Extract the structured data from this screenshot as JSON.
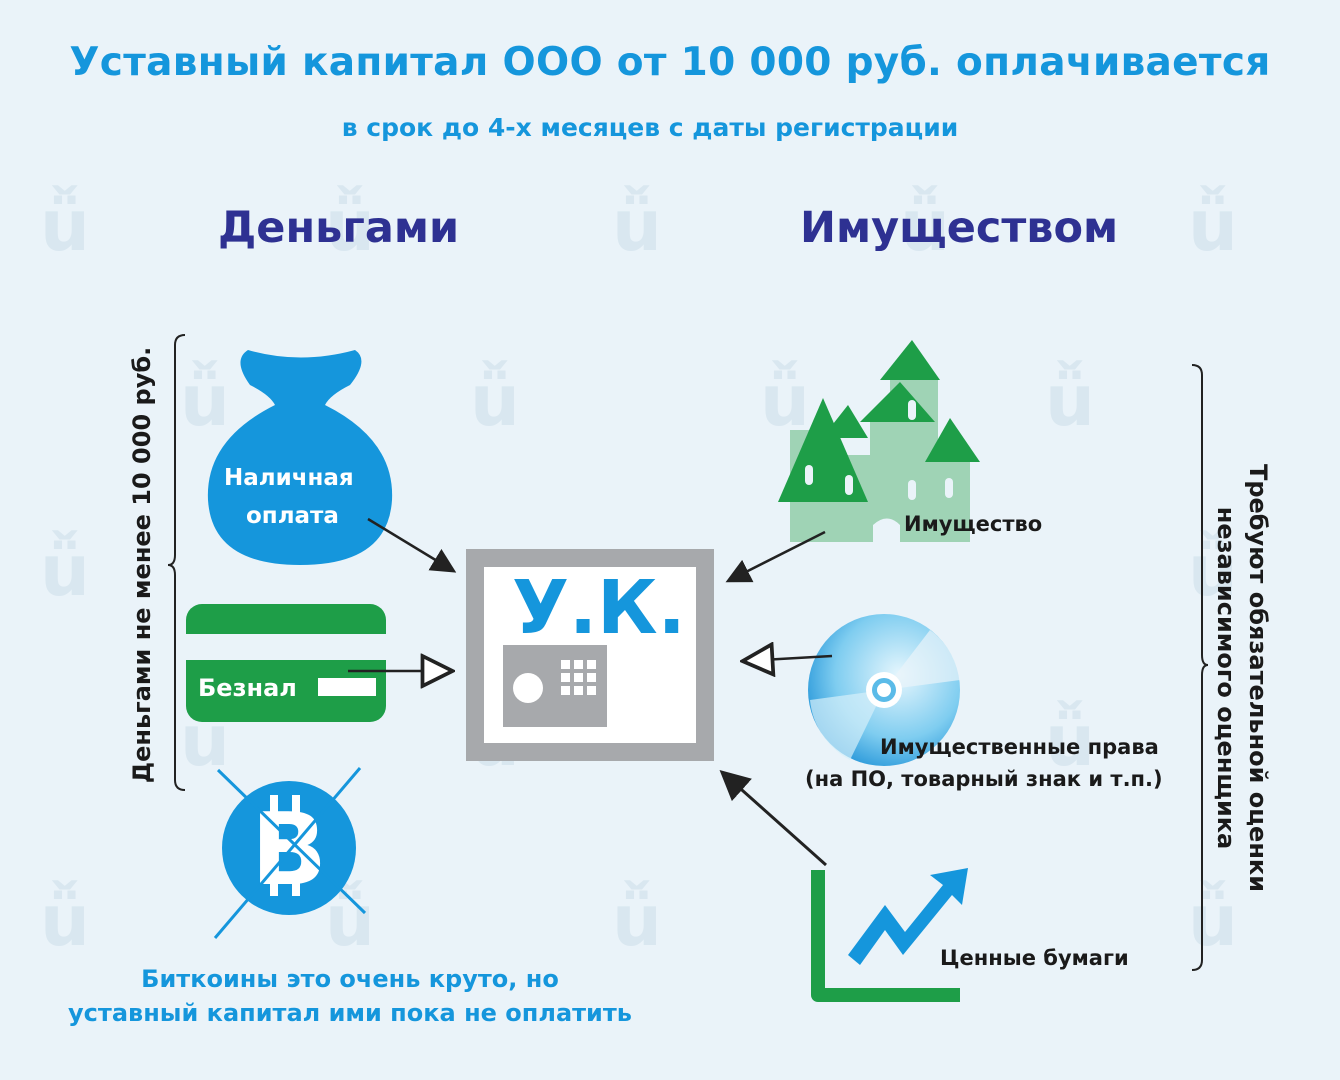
{
  "header": {
    "title": "Уставный капитал ООО от 10 000 руб. оплачивается",
    "subtitle": "в срок до 4-х месяцев с даты регистрации"
  },
  "columns": {
    "money": {
      "heading": "Деньгами"
    },
    "property": {
      "heading": "Имуществом"
    }
  },
  "money": {
    "bracket_label": "Деньгами не менее 10 000 руб.",
    "cash": {
      "line1": "Наличная",
      "line2": "оплата",
      "icon": "money-bag-icon"
    },
    "card": {
      "label": "Безнал",
      "icon": "bank-card-icon"
    },
    "bitcoin": {
      "icon": "bitcoin-icon",
      "crossed": true,
      "note_line1": "Биткоины это очень круто, но",
      "note_line2": "уставный капитал ими пока не оплатить"
    }
  },
  "center": {
    "safe_label": "У.К.",
    "icon": "safe-icon"
  },
  "property": {
    "bracket_label_line1": "Требуют обязательной оценки",
    "bracket_label_line2": "независимого оценщика",
    "items": [
      {
        "label": "Имущество",
        "icon": "castle-icon"
      },
      {
        "label_line1": "Имущественные права",
        "label_line2": "(на ПО, товарный знак и т.п.)",
        "icon": "disc-icon"
      },
      {
        "label": "Ценные бумаги",
        "icon": "growth-chart-icon"
      }
    ]
  },
  "colors": {
    "title_blue": "#1596dc",
    "heading_navy": "#2e3192",
    "green": "#1e9e48",
    "castle_light": "#9fd3b5",
    "safe_gray": "#a7a9ac",
    "background": "#eaf3f9"
  }
}
